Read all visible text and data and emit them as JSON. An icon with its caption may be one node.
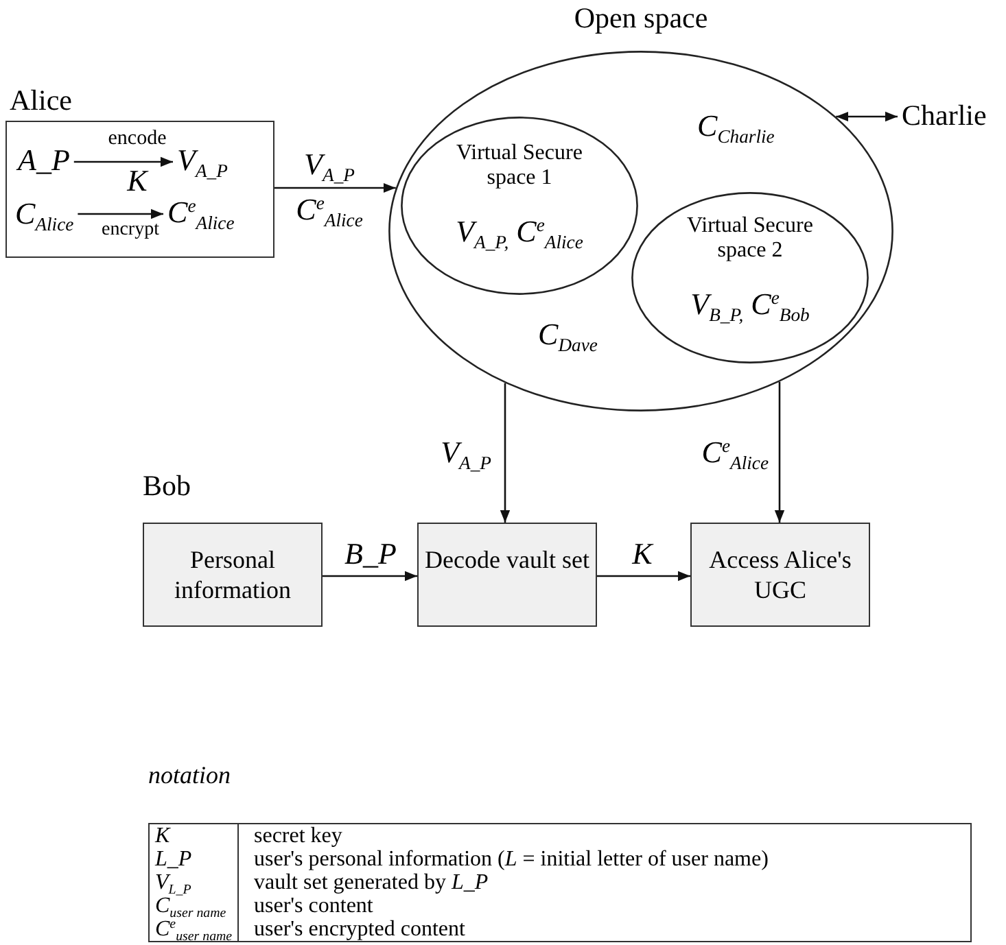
{
  "diagram": {
    "nodes": [
      {
        "text": [
          "Alice"
        ]
      },
      {
        "text": [
          "A_P"
        ],
        "in": 0
      },
      {
        "text": [
          "V$_{A_P}$"
        ],
        "in": 0
      },
      {
        "text": [
          "C$_{Alice}$"
        ],
        "in": 0
      },
      {
        "text": [
          "C$^{e}$$_{Alice}$"
        ],
        "in": 0
      },
      {
        "text": [
          "Open space",
          "C$_{Charlie}$",
          "C$_{Dave}$"
        ]
      },
      {
        "text": [
          "Virtual Secure space 1",
          "V$_{A_P,}$ C$^{e}$$_{Alice}$"
        ],
        "in": 5
      },
      {
        "text": [
          "Virtual Secure space 2",
          "V$_{B_P,}$ C$^{e}$$_{Bob}$"
        ],
        "in": 5
      },
      {
        "text": [
          "Charlie"
        ]
      },
      {
        "text": [
          "Personal information"
        ]
      },
      {
        "text": [
          "Decode vault set"
        ]
      },
      {
        "text": [
          "Access Alice's UGC"
        ]
      }
    ],
    "edges": [
      {
        "from": 1,
        "to": 2,
        "arrow": "to",
        "label": "encode"
      },
      {
        "from": 3,
        "to": 4,
        "arrow": "to",
        "label": "encrypt"
      },
      {
        "from": 0,
        "to": 5,
        "arrow": "to",
        "label": "V$_{A_P}$"
      },
      {
        "from": 5,
        "to": 8,
        "arrow": "both"
      },
      {
        "from": 5,
        "to": 10,
        "arrow": "to",
        "label": "V$_{A_P}$"
      },
      {
        "from": 5,
        "to": 11,
        "arrow": "to",
        "label": "C$^{e}$$_{Alice}$"
      },
      {
        "from": 9,
        "to": 10,
        "arrow": "to",
        "label": "B_P"
      },
      {
        "from": 10,
        "to": 11,
        "arrow": "to",
        "label": "K"
      }
    ],
    "labels": [
      "K",
      "C$^{e}$$_{Alice}$",
      "Bob",
      "notation",
      "K",
      "secret key",
      "L_P",
      "user's personal information (*L* = initial letter of user name)",
      "V$_{L_P}$",
      "vault set generated by *L_P*",
      "C$_{user name}$",
      "user's content",
      "C$^{e}$$_{user name}$",
      "user's encrypted content"
    ]
  }
}
